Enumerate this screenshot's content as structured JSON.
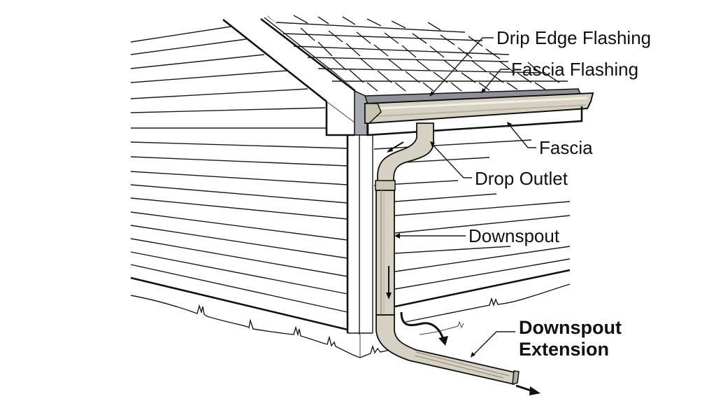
{
  "diagram": {
    "title": "Gutter and Downspout System",
    "labels": {
      "drip_edge_flashing": "Drip Edge Flashing",
      "fascia_flashing": "Fascia Flashing",
      "fascia": "Fascia",
      "drop_outlet": "Drop Outlet",
      "downspout": "Downspout",
      "downspout_extension_line1": "Downspout",
      "downspout_extension_line2": "Extension"
    },
    "colors": {
      "gutter_fill": "#d6d1c2",
      "gutter_shadow": "#b8b2a0",
      "flashing_fill": "#8e9298",
      "fascia_fill": "#a8abb0",
      "ink": "#111111",
      "background": "#ffffff"
    }
  }
}
